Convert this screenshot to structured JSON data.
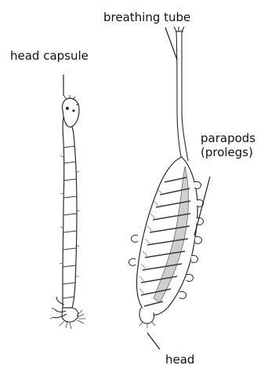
{
  "labels": {
    "head_capsule": "head capsule",
    "breathing_tube": "breathing tube",
    "parapods_line1": "parapods",
    "parapods_line2": "(prolegs)",
    "head": "head"
  },
  "colors": {
    "ink": "#2a2a2a",
    "shade": "#8a8a8a",
    "background": "#ffffff"
  }
}
